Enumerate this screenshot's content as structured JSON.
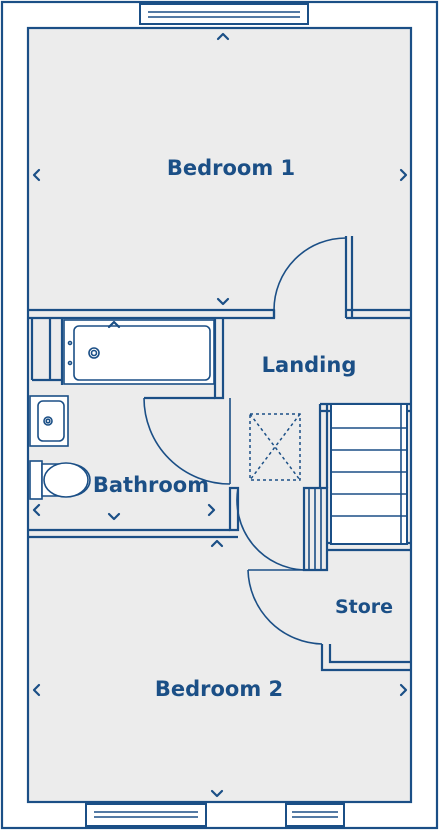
{
  "colors": {
    "wall": "#1b4f86",
    "floor": "#ececec",
    "background": "#ffffff"
  },
  "rooms": {
    "bedroom1": "Bedroom 1",
    "landing": "Landing",
    "bathroom": "Bathroom",
    "store": "Store",
    "bedroom2": "Bedroom 2"
  },
  "fixtures": [
    "bath",
    "washbasin",
    "toilet",
    "staircase",
    "loft-hatch"
  ],
  "icons": [
    "dimension-arrow-icon",
    "door-swing-icon",
    "loft-hatch-icon"
  ]
}
